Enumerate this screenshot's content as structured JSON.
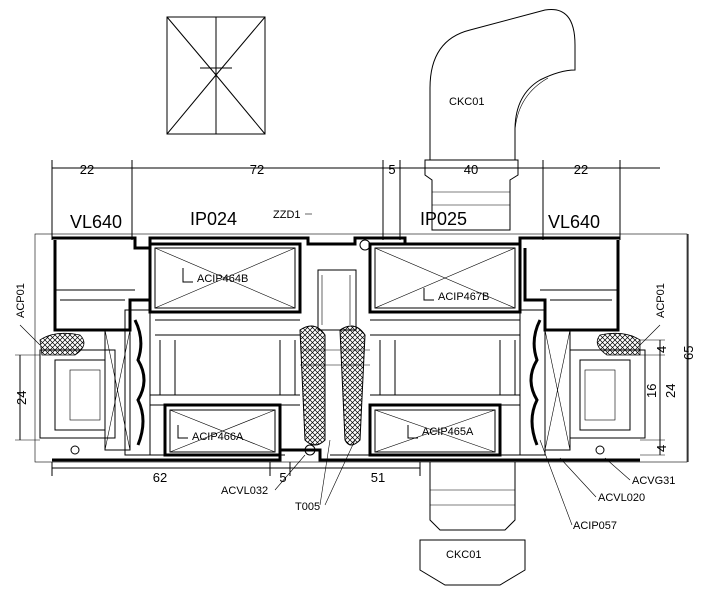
{
  "dimensions": {
    "left_22": "22",
    "mid_72": "72",
    "gap_5_top": "5",
    "mid_40": "40",
    "right_22": "22",
    "left_24": "24",
    "right_65": "65",
    "right_4_top": "4",
    "right_24": "24",
    "right_16": "16",
    "right_4_bottom": "4",
    "bottom_62": "62",
    "bottom_5": "5",
    "bottom_51": "51"
  },
  "profiles": {
    "vl640_left": "VL640",
    "ip024": "IP024",
    "ip025": "IP025",
    "vl640_right": "VL640"
  },
  "parts": {
    "ckc01_top": "CKC01",
    "ckc01_bottom": "CKC01",
    "zzd1": "ZZD1",
    "acip464b": "ACIP464B",
    "acip467b": "ACIP467B",
    "acip466a": "ACIP466A",
    "acip465a": "ACIP465A",
    "acp01_left": "ACP01",
    "acp01_right": "ACP01",
    "acvl032": "ACVL032",
    "t005": "T005",
    "acvg31": "ACVG31",
    "acvl020": "ACVL020",
    "acip057": "ACIP057"
  }
}
